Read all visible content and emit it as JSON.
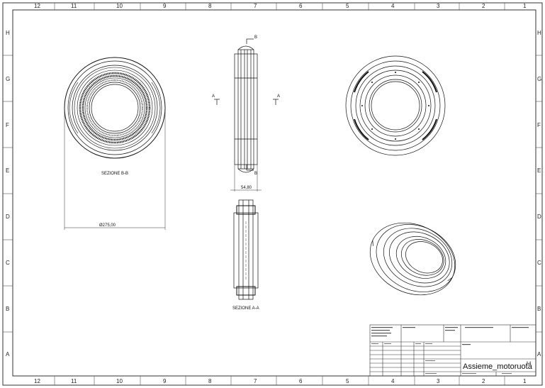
{
  "zones": {
    "columns": [
      "12",
      "11",
      "10",
      "9",
      "8",
      "7",
      "6",
      "5",
      "4",
      "3",
      "2",
      "1"
    ],
    "rows": [
      "H",
      "G",
      "F",
      "E",
      "D",
      "C",
      "B",
      "A"
    ]
  },
  "views": {
    "section_b": {
      "label": "SEZIONE B-B",
      "dimension": "Ø275,00"
    },
    "section_a": {
      "label": "SEZIONE A-A",
      "dimension": "54,80"
    },
    "cut_markers": {
      "a": "A",
      "b": "B"
    }
  },
  "title_block": {
    "drawing_title": "Assieme_motoruota",
    "sheet_mark": "A4"
  }
}
